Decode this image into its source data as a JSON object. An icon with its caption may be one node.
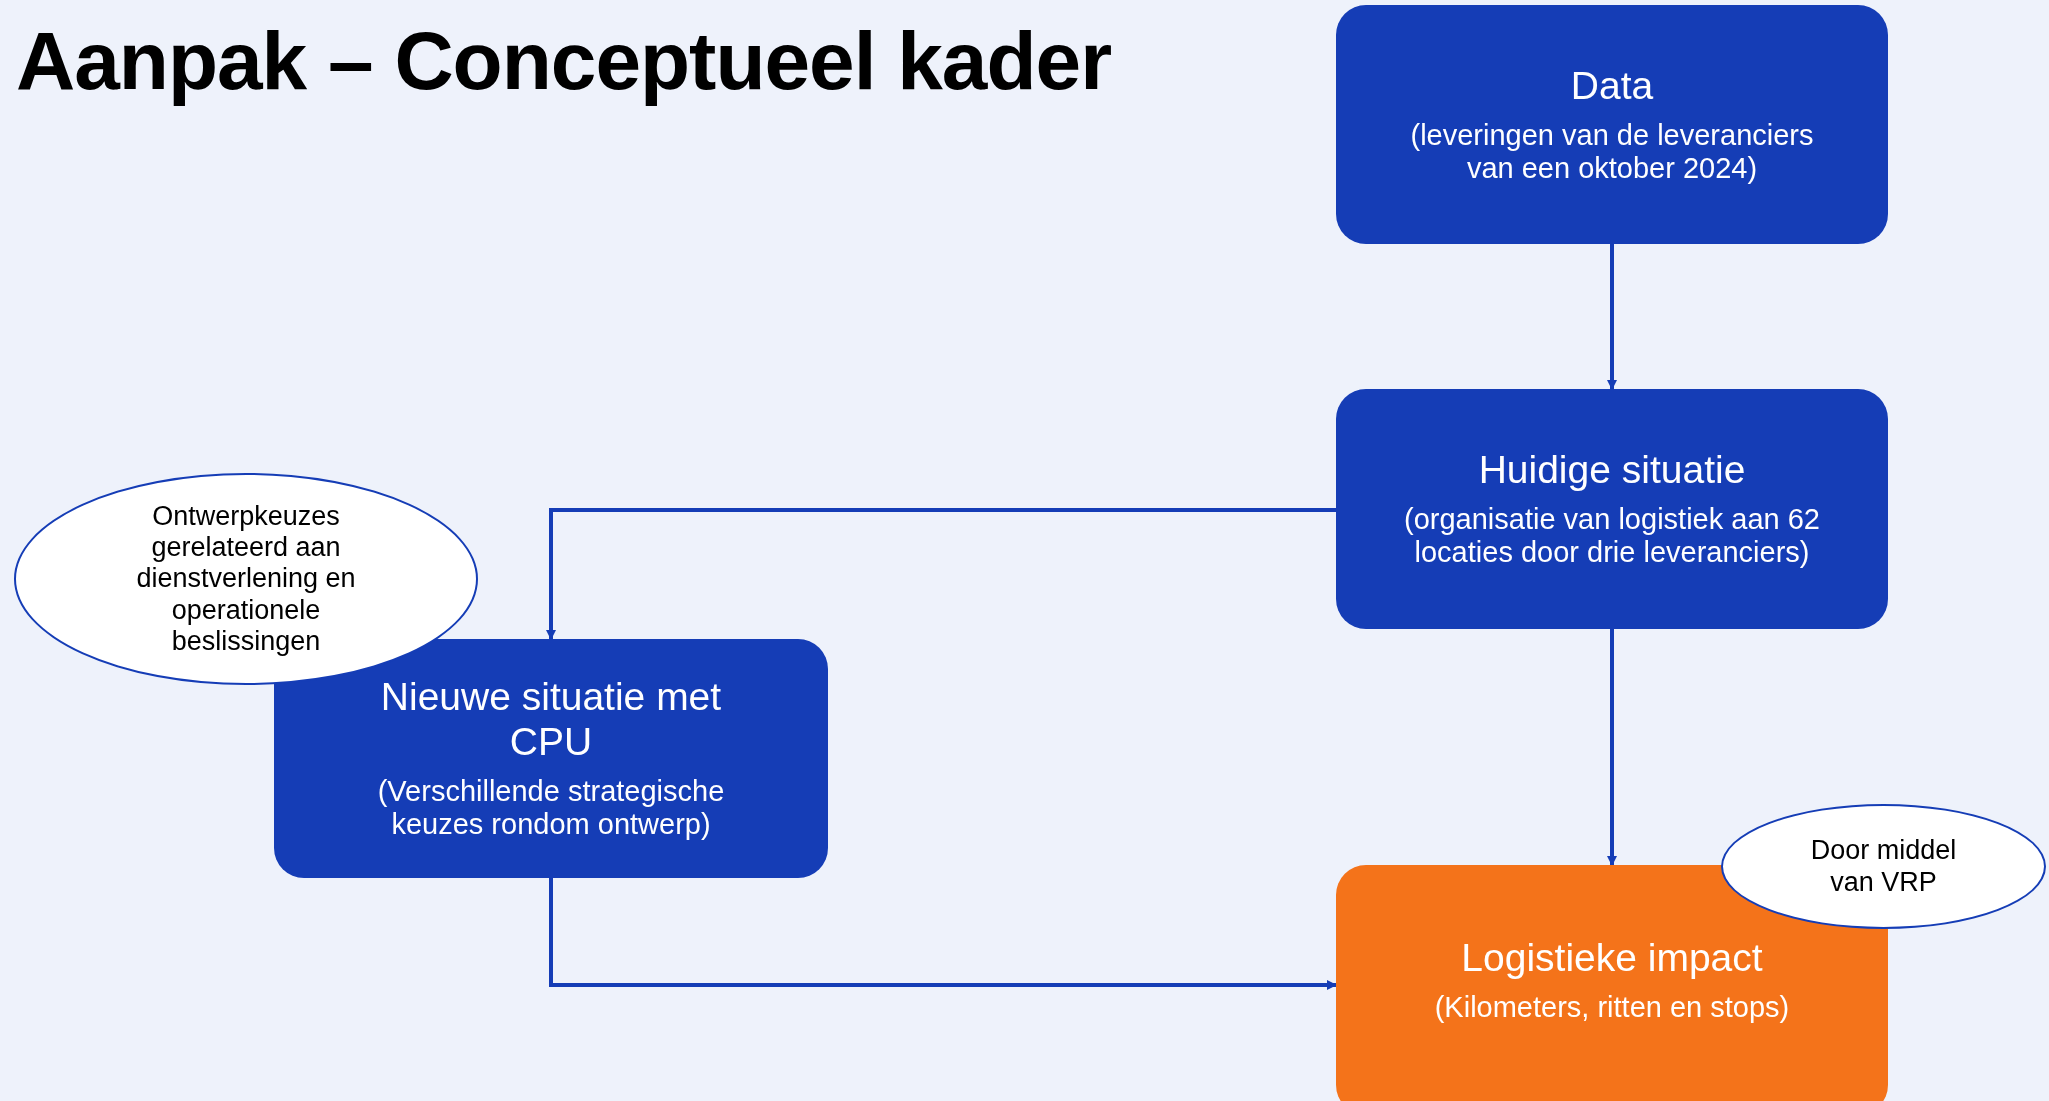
{
  "diagram": {
    "title": "Aanpak – Conceptueel kader",
    "nodes": [
      {
        "text": [
          "Data",
          "(leveringen van de leveranciers van een oktober 2024)"
        ]
      },
      {
        "text": [
          "Huidige situatie",
          "(organisatie van logistiek aan 62 locaties door drie leveranciers)"
        ]
      },
      {
        "text": [
          "Nieuwe situatie met CPU",
          "(Verschillende strategische keuzes rondom ontwerp)"
        ]
      },
      {
        "text": [
          "Logistieke impact",
          "(Kilometers, ritten en stops)"
        ]
      },
      {
        "text": [
          "Ontwerpkeuzes gerelateerd aan dienstverlening en operationele beslissingen"
        ]
      },
      {
        "text": [
          "Door middel van VRP"
        ]
      }
    ],
    "edges": [
      {
        "from": 0,
        "to": 1,
        "arrow": "to"
      },
      {
        "from": 1,
        "to": 2,
        "arrow": "to"
      },
      {
        "from": 1,
        "to": 3,
        "arrow": "to"
      },
      {
        "from": 2,
        "to": 3,
        "arrow": "to"
      }
    ]
  }
}
